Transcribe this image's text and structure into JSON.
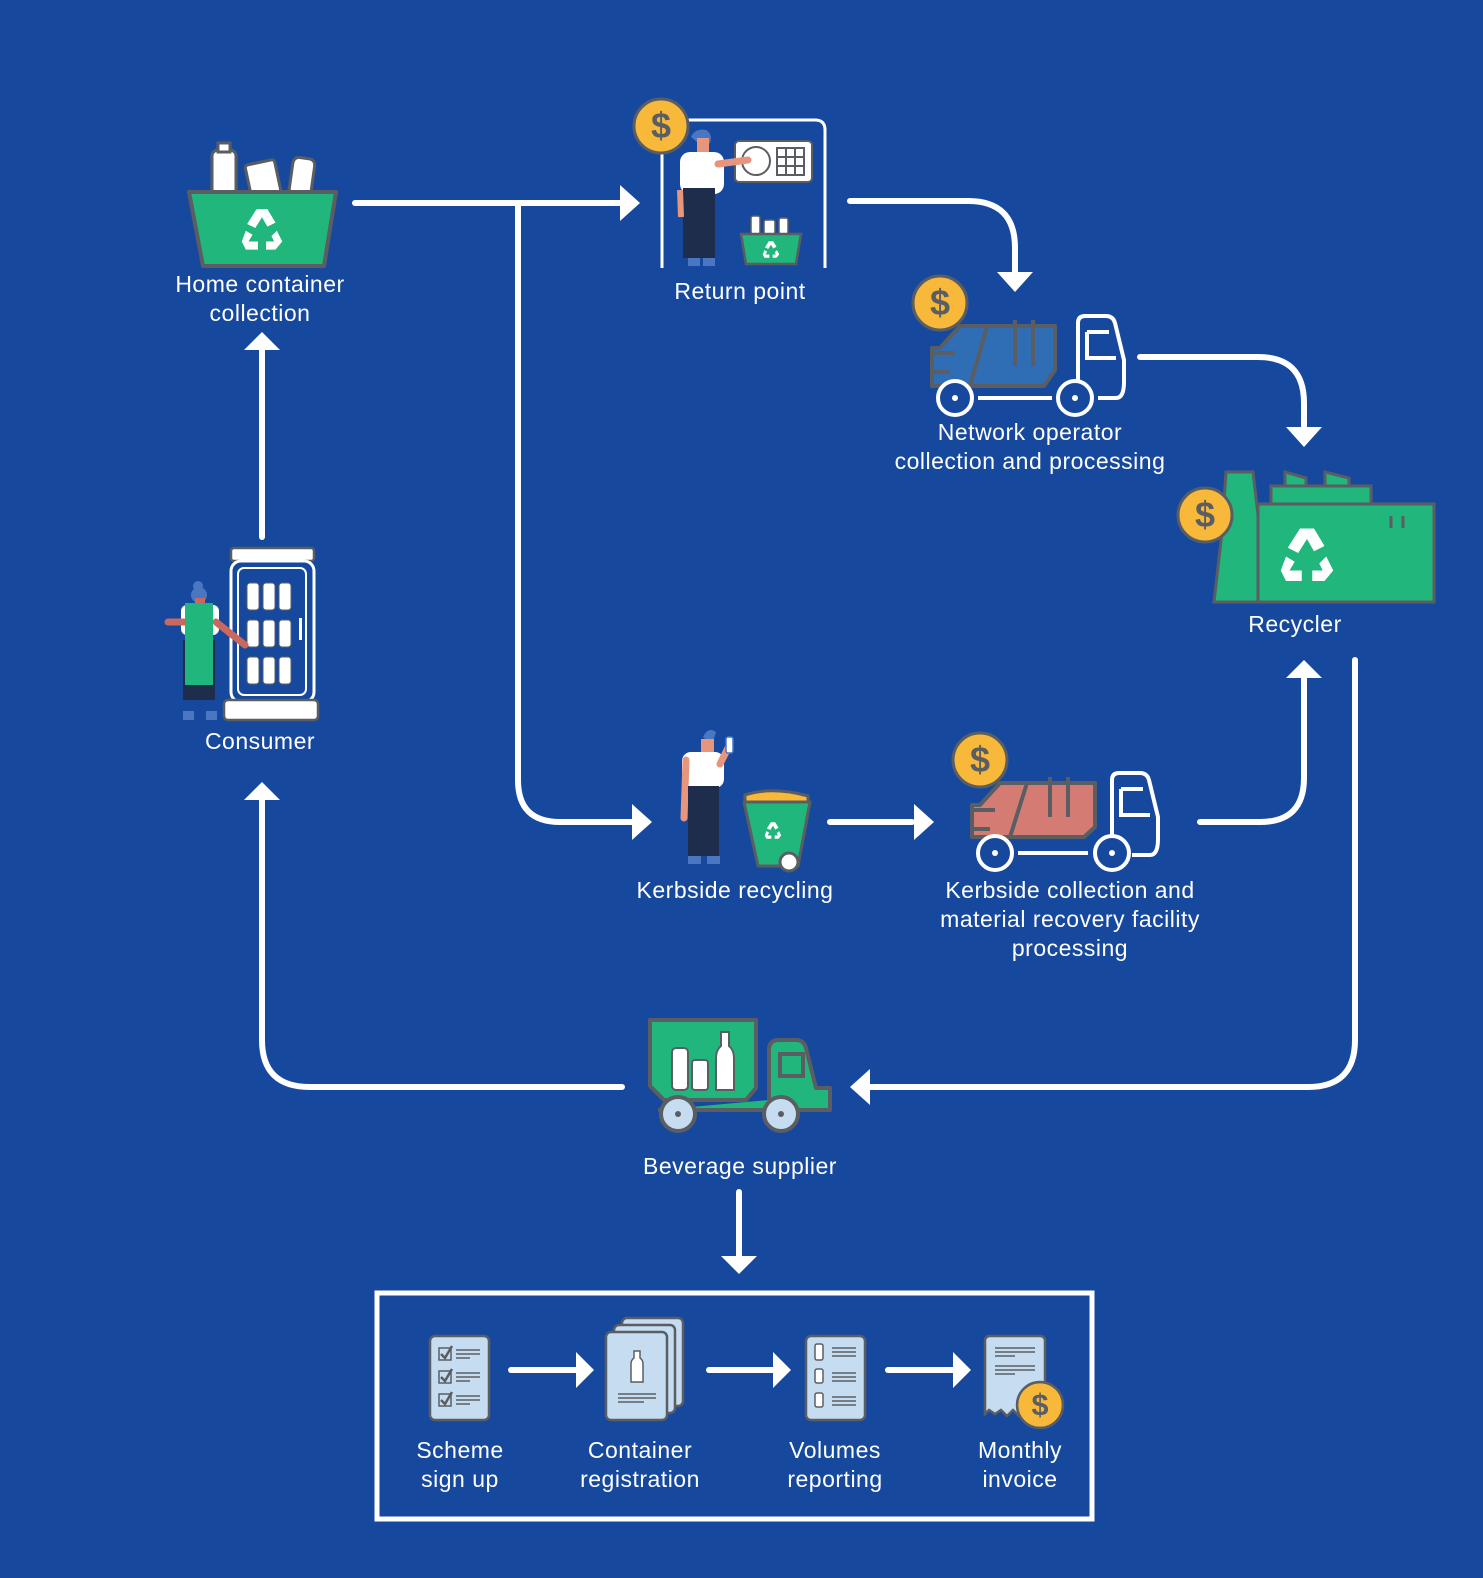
{
  "colors": {
    "background": "#16499e",
    "arrow": "#ffffff",
    "green": "#21b67c",
    "outline": "#5a5e63",
    "coin": "#f8b93a",
    "truck_blue": "#2f6db5",
    "truck_red": "#d47c74",
    "paper": "#c6dcf1"
  },
  "nodes": {
    "home_collection": {
      "label": "Home container\ncollection",
      "icon": "recycling-basket-icon",
      "has_coin": false
    },
    "return_point": {
      "label": "Return point",
      "icon": "reverse-vending-machine-icon",
      "has_coin": true
    },
    "network_operator": {
      "label": "Network operator\ncollection and processing",
      "icon": "collection-truck-icon",
      "has_coin": true
    },
    "recycler": {
      "label": "Recycler",
      "icon": "recycling-factory-icon",
      "has_coin": true
    },
    "consumer": {
      "label": "Consumer",
      "icon": "shop-fridge-icon",
      "has_coin": false
    },
    "kerbside_recycling": {
      "label": "Kerbside recycling",
      "icon": "wheelie-bin-icon",
      "has_coin": false
    },
    "kerbside_collection": {
      "label": "Kerbside collection and\nmaterial recovery facility\nprocessing",
      "icon": "garbage-truck-icon",
      "has_coin": true
    },
    "beverage_supplier": {
      "label": "Beverage supplier",
      "icon": "delivery-truck-icon",
      "has_coin": false
    }
  },
  "flows": [
    {
      "from": "consumer",
      "to": "home_collection"
    },
    {
      "from": "home_collection",
      "to": "return_point"
    },
    {
      "from": "home_collection",
      "to": "kerbside_recycling"
    },
    {
      "from": "return_point",
      "to": "network_operator"
    },
    {
      "from": "network_operator",
      "to": "recycler"
    },
    {
      "from": "kerbside_recycling",
      "to": "kerbside_collection"
    },
    {
      "from": "kerbside_collection",
      "to": "recycler"
    },
    {
      "from": "recycler",
      "to": "beverage_supplier"
    },
    {
      "from": "beverage_supplier",
      "to": "consumer"
    },
    {
      "from": "beverage_supplier",
      "to": "supplier_process"
    }
  ],
  "supplier_process": {
    "steps": [
      {
        "label": "Scheme\nsign up",
        "icon": "checklist-icon"
      },
      {
        "label": "Container\nregistration",
        "icon": "registration-documents-icon"
      },
      {
        "label": "Volumes\nreporting",
        "icon": "volumes-report-icon"
      },
      {
        "label": "Monthly\ninvoice",
        "icon": "invoice-icon"
      }
    ]
  },
  "coin_symbol": "$"
}
